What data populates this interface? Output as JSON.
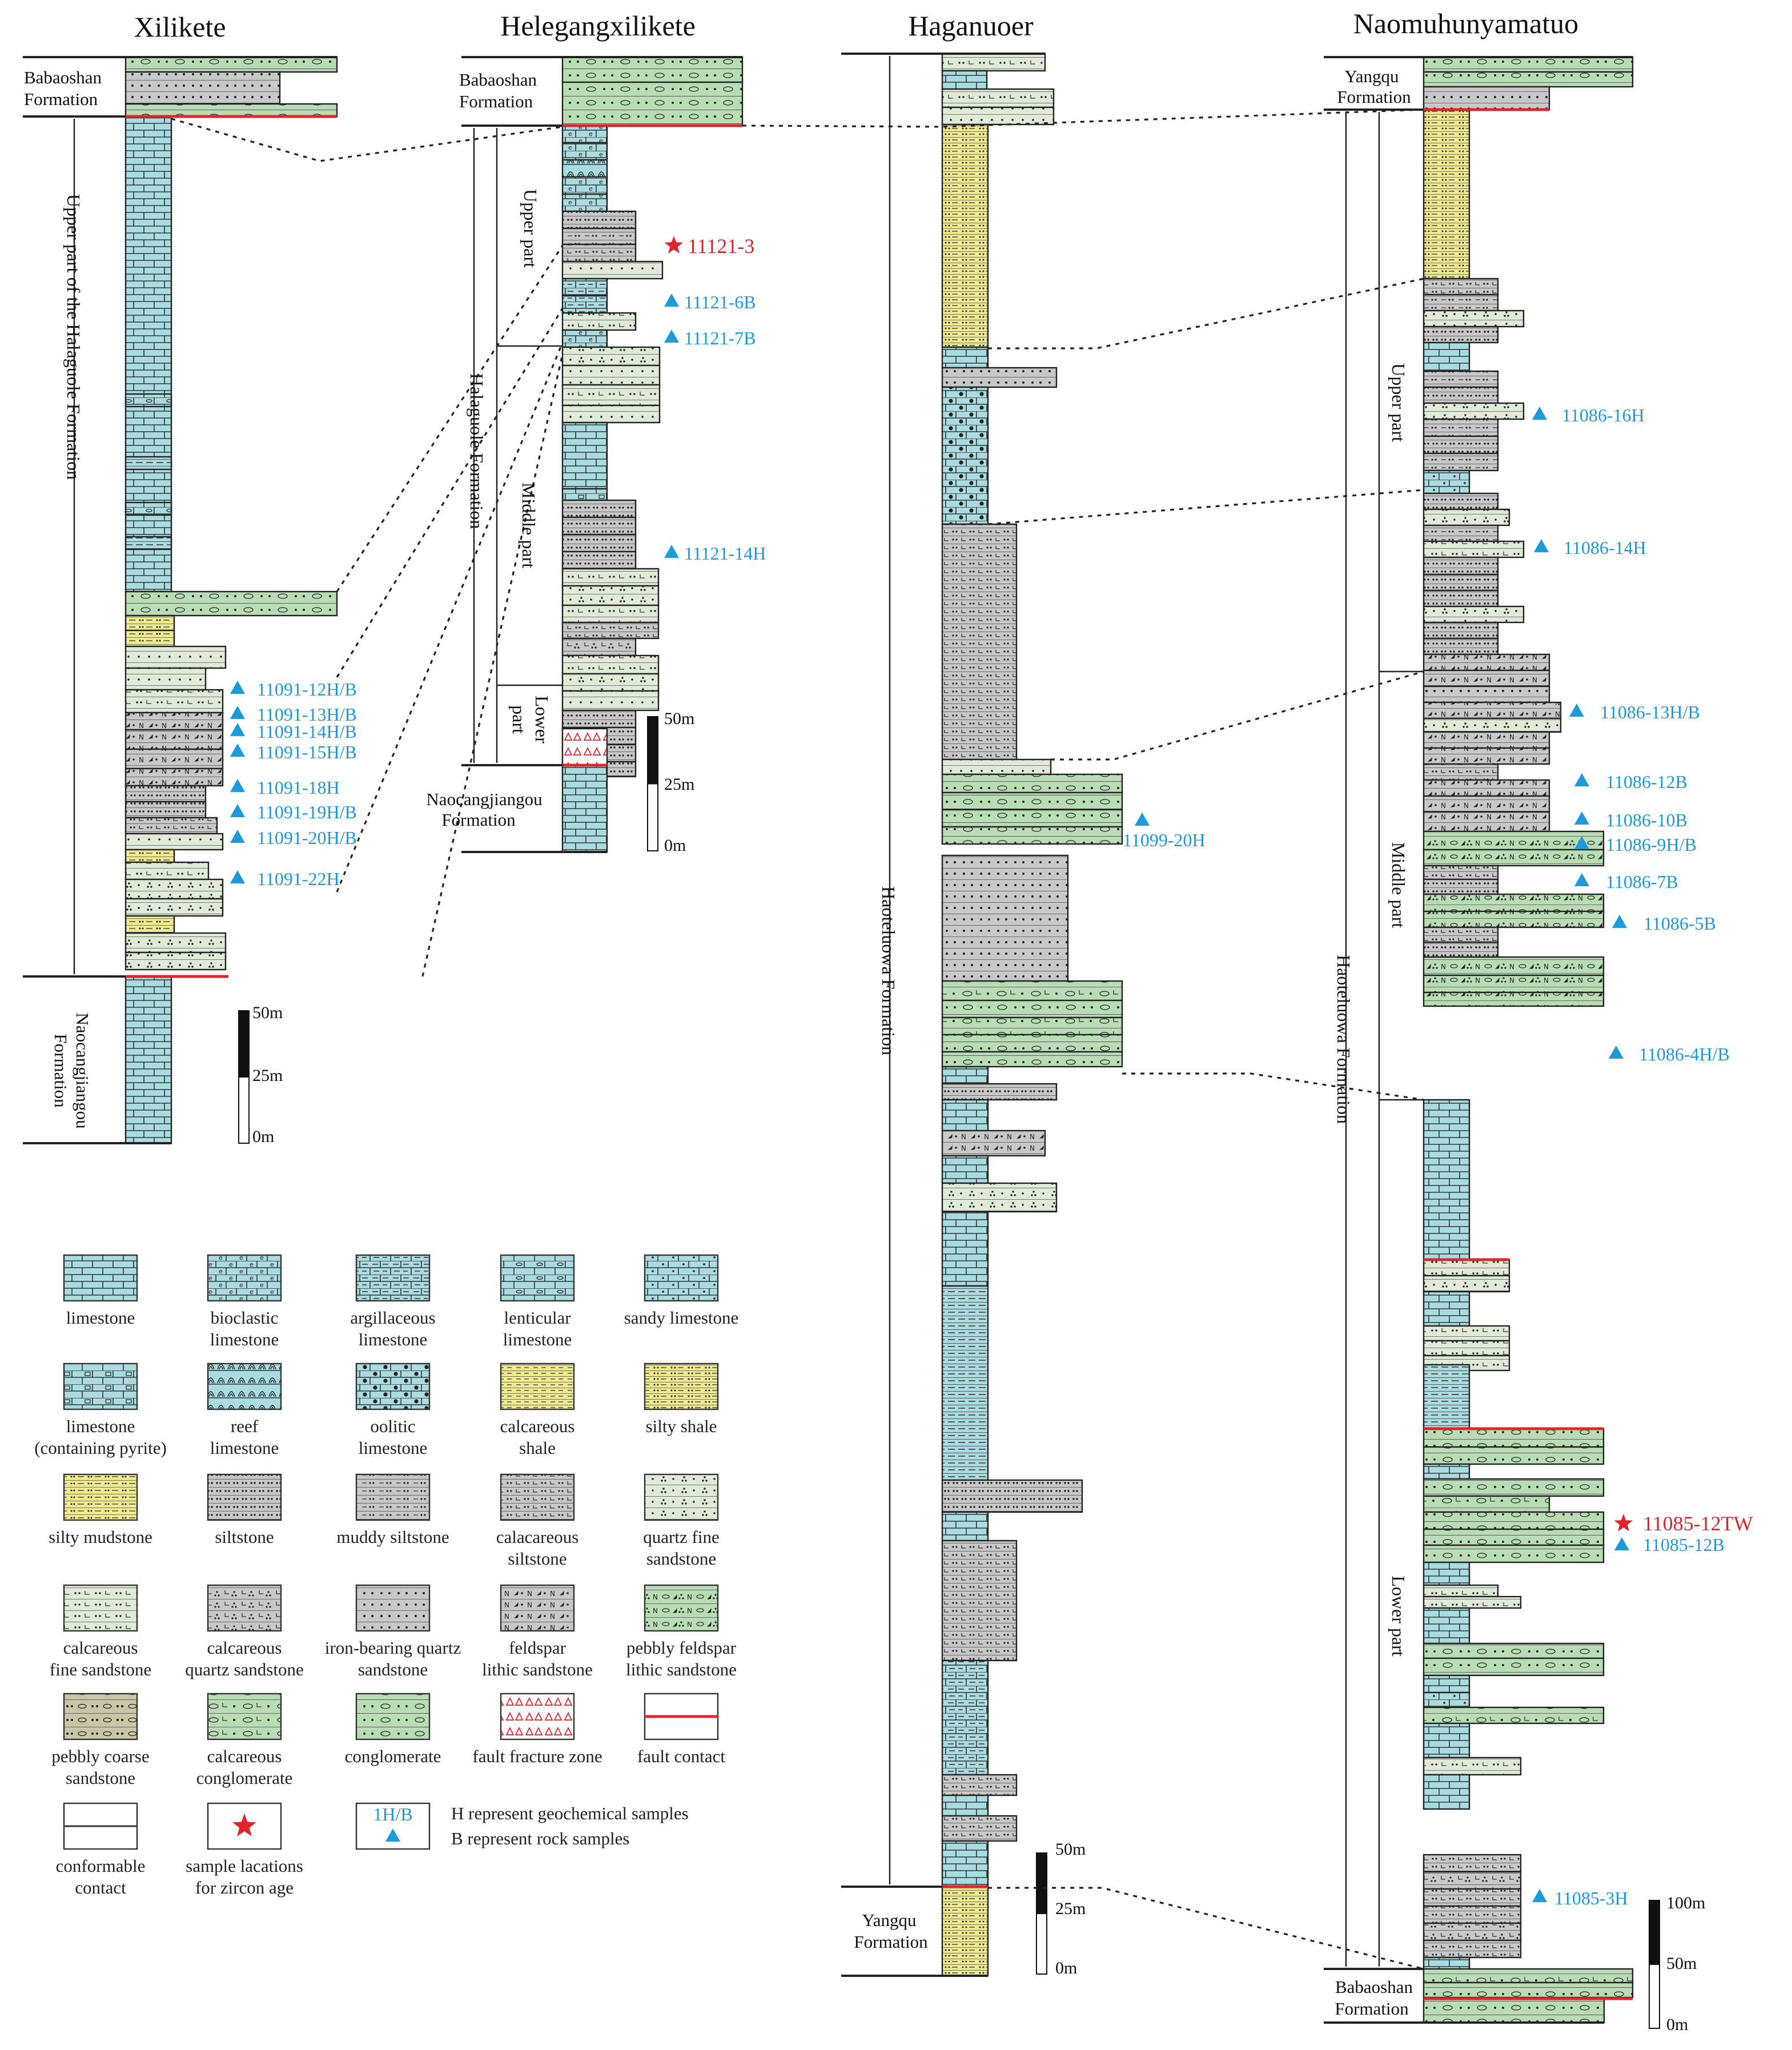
{
  "sections": [
    {
      "id": "xilikete",
      "title": "Xilikete"
    },
    {
      "id": "helegangxilikete",
      "title": "Helegangxilikete"
    },
    {
      "id": "haganuoer",
      "title": "Haganuoer"
    },
    {
      "id": "naomuhunyamatuo",
      "title": "Naomuhunyamatuo"
    }
  ],
  "formations": {
    "babaoshan": "Babaoshan Formation",
    "babaoshan_l1": "Babaoshan",
    "babaoshan_l2": "Formation",
    "yangqu_l1": "Yangqu",
    "yangqu_l2": "Formation",
    "naocang_l1": "Naocangjiangou",
    "naocang_l2": "Formation",
    "upper_halaguole": "Upper  part of the Halaguole Formation",
    "halaguole": "Halaguole Formation",
    "haoteluowa": "Haoteluowa Formation",
    "upper_part": "Upper part",
    "middle_part": "Middle part",
    "lower_l1": "Lower",
    "lower_l2": "part",
    "lower_part": "Lower part"
  },
  "samples": {
    "xilikete": [
      "11091-12H/B",
      "11091-13H/B",
      "11091-14H/B",
      "11091-15H/B",
      "11091-18H",
      "11091-19H/B",
      "11091-20H/B",
      "11091-22H"
    ],
    "helegangxilikete": [
      "11121-6B",
      "11121-7B",
      "11121-14H"
    ],
    "helegangxilikete_zircon": "11121-3",
    "haganuoer": [
      "11099-20H"
    ],
    "naomuhunyamatuo": [
      "11086-16H",
      "11086-14H",
      "11086-13H/B",
      "11086-12B",
      "11086-10B",
      "11086-9H/B",
      "11086-7B",
      "11086-5B",
      "11086-4H/B",
      "11085-12B",
      "11085-3H"
    ],
    "naomuhunyamatuo_zircon": "11085-12TW"
  },
  "scales": {
    "xilikete": [
      "50m",
      "25m",
      "0m"
    ],
    "helegangxilikete": [
      "50m",
      "25m",
      "0m"
    ],
    "haganuoer": [
      "50m",
      "25m",
      "0m"
    ],
    "naomuhunyamatuo": [
      "100m",
      "50m",
      "0m"
    ]
  },
  "legend": [
    {
      "key": "limestone",
      "lines": [
        "limestone"
      ]
    },
    {
      "key": "bioclastic",
      "lines": [
        "bioclastic",
        "limestone"
      ]
    },
    {
      "key": "argillaceous",
      "lines": [
        "argillaceous",
        "limestone"
      ]
    },
    {
      "key": "lenticular",
      "lines": [
        "lenticular",
        "limestone"
      ]
    },
    {
      "key": "sandy_ls",
      "lines": [
        "sandy limestone"
      ]
    },
    {
      "key": "pyrite_ls",
      "lines": [
        "limestone",
        "(containing pyrite)"
      ]
    },
    {
      "key": "reef_ls",
      "lines": [
        "reef",
        "limestone"
      ]
    },
    {
      "key": "oolitic_ls",
      "lines": [
        "oolitic",
        "limestone"
      ]
    },
    {
      "key": "calc_shale",
      "lines": [
        "calcareous",
        "shale"
      ]
    },
    {
      "key": "silty_shale",
      "lines": [
        "silty shale"
      ]
    },
    {
      "key": "silty_mudstone",
      "lines": [
        "silty mudstone"
      ]
    },
    {
      "key": "siltstone",
      "lines": [
        "siltstone"
      ]
    },
    {
      "key": "muddy_siltstone",
      "lines": [
        "muddy siltstone"
      ]
    },
    {
      "key": "calc_siltstone",
      "lines": [
        "calacareous",
        "siltstone"
      ]
    },
    {
      "key": "quartz_fine_ss",
      "lines": [
        "quartz fine",
        "sandstone"
      ]
    },
    {
      "key": "calc_fine_ss",
      "lines": [
        "calcareous",
        "fine sandstone"
      ]
    },
    {
      "key": "calc_quartz_ss",
      "lines": [
        "calcareous",
        "quartz sandstone"
      ]
    },
    {
      "key": "fe_quartz_ss",
      "lines": [
        "iron-bearing quartz",
        "sandstone"
      ]
    },
    {
      "key": "feldspar_lithic_ss",
      "lines": [
        "feldspar",
        "lithic sandstone"
      ]
    },
    {
      "key": "pebbly_feldspar_ss",
      "lines": [
        "pebbly feldspar",
        "lithic sandstone"
      ]
    },
    {
      "key": "pebbly_coarse_ss",
      "lines": [
        "pebbly coarse",
        "sandstone"
      ]
    },
    {
      "key": "calc_conglomerate",
      "lines": [
        "calcareous",
        "conglomerate"
      ]
    },
    {
      "key": "conglomerate",
      "lines": [
        "conglomerate"
      ]
    },
    {
      "key": "fault_zone",
      "lines": [
        "fault fracture zone"
      ]
    },
    {
      "key": "fault_contact",
      "lines": [
        "fault contact"
      ]
    },
    {
      "key": "conformable",
      "lines": [
        "conformable",
        "contact"
      ]
    },
    {
      "key": "zircon",
      "lines": [
        "sample lacations",
        "for zircon age"
      ]
    },
    {
      "key": "sample_mark",
      "lines": []
    }
  ],
  "legend_sample_label": "1H/B",
  "legend_notes": [
    "H represent geochemical samples",
    "B represent rock samples"
  ],
  "colors": {
    "limestone": "#a9dce0",
    "siltstone": "#c8c8c8",
    "sandstone": "#dfead7",
    "conglomerate": "#b8ddb4",
    "shale": "#f0eb8a",
    "fault": "#e0262c",
    "sample": "#1e9ad8",
    "zircon": "#e0262c",
    "line": "#222222"
  }
}
